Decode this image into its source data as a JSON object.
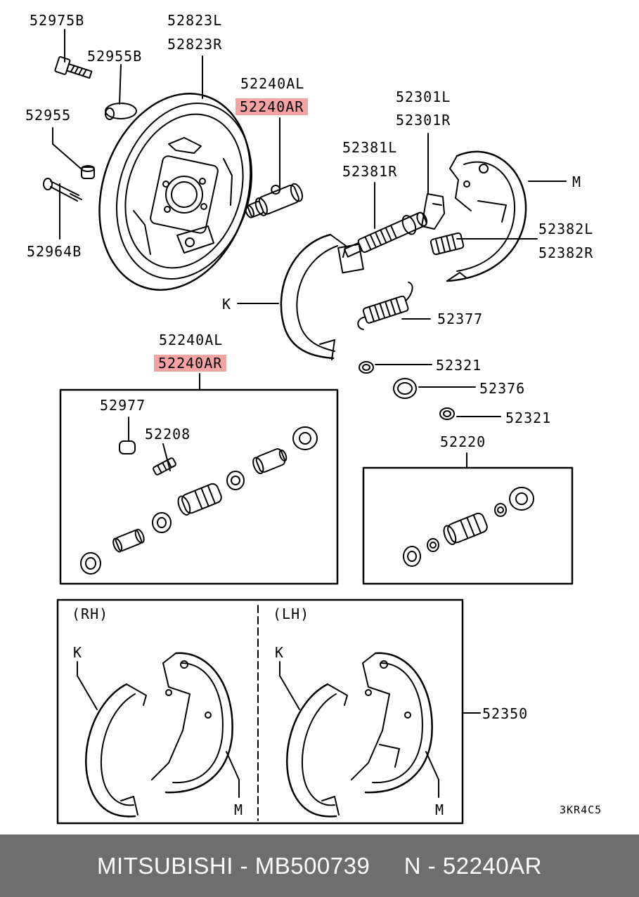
{
  "labels": {
    "p52975B": "52975B",
    "p52823L": "52823L",
    "p52823R": "52823R",
    "p52955B": "52955B",
    "p52240AL_top": "52240AL",
    "p52240AR_top": "52240AR",
    "p52955": "52955",
    "p52301L": "52301L",
    "p52301R": "52301R",
    "p52381L": "52381L",
    "p52381R": "52381R",
    "pM_top": "M",
    "p52382L": "52382L",
    "p52382R": "52382R",
    "p52964B": "52964B",
    "pK_top": "K",
    "p52377": "52377",
    "p52240AL_mid": "52240AL",
    "p52240AR_mid": "52240AR",
    "p52321a": "52321",
    "p52376": "52376",
    "p52321b": "52321",
    "p52977": "52977",
    "p52208": "52208",
    "p52220": "52220",
    "rh": "(RH)",
    "lh": "(LH)",
    "k_rh": "K",
    "k_lh": "K",
    "m_rh": "M",
    "m_lh": "M",
    "p52350": "52350",
    "ref": "3KR4C5"
  },
  "highlight_color": "#f4a3a3",
  "footer": {
    "brand": "MITSUBISHI",
    "sep1": " - ",
    "part_number": "MB500739",
    "gap": "     ",
    "n_label": "N",
    "sep2": " - ",
    "ref_number": "52240AR",
    "background": "#6e6e6e"
  }
}
